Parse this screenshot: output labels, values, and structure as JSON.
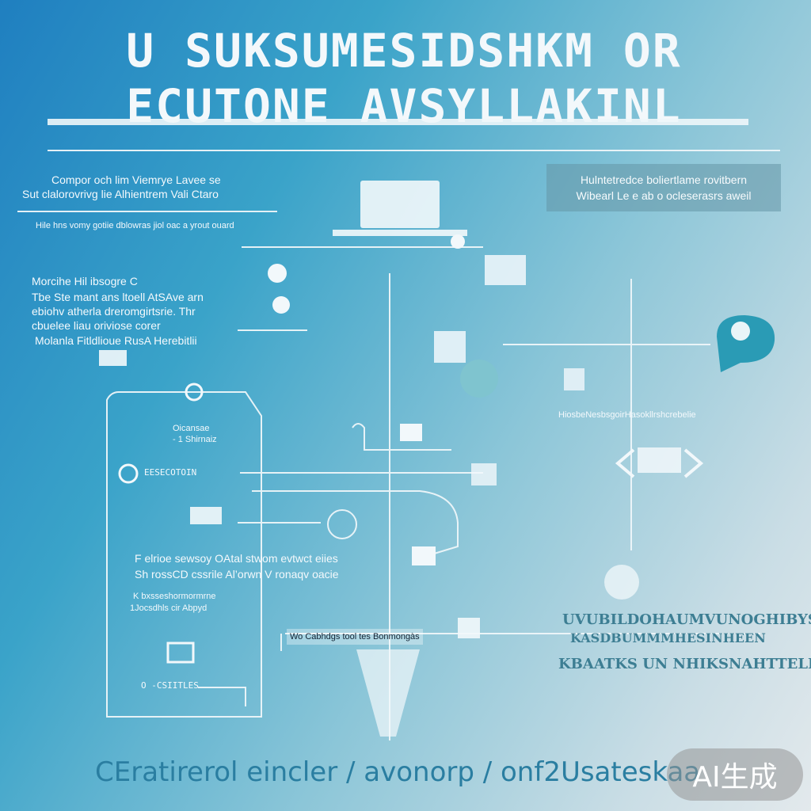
{
  "title": {
    "line1": "U SUKSUMESIDSHKM OR",
    "line2": "ECUTONE AVSYLLAKINL"
  },
  "blocks": {
    "left_top_1": "Compor och lim Viemrye Lavee se",
    "left_top_2": "Sut clalorovrivg lie Alhientrem Vali  Ctaro",
    "left_top_3": "Hile hns vomy gotiie dblowras jiol oac a yrout ouard",
    "right_box_1": "Hulntetredce boliertlame rovitbern",
    "right_box_2": "Wibearl Le e ab o ocleserasrs aweil",
    "left_mid_1": "Morcihe Hil ibsogre C",
    "left_mid_2": "Tbe Ste mant ans ltoell AtSAve arn",
    "left_mid_3": "ebiohv atherla dreromgirtsrie. Thr",
    "left_mid_4": "cbuelee liau oriviose corer",
    "left_mid_5": "Molanla Fitldlioue RusA Herebitlii",
    "inner_1": "Oicansae",
    "inner_2": "- 1 Shirnaiz",
    "inner_3": "EESECOTOIN",
    "inner_4": "F elrioe sewsoy OAtal stwom evtwct eiies",
    "inner_5": "Sh rossCD cssrile Al’orwn V ronaqv oacie",
    "inner_6": "K bxsseshormormrne",
    "inner_7": "1Jocsdhls cir Abpyd",
    "inner_8": "O -CSIITLES",
    "caption_center": "Wo Cabhdgs tool tes Bonmongàs",
    "right_mid_1": "HiosbeNesbsgoirHasokllrshcrebelie",
    "right_bold_1": "UVUBILDOHAUMVUNOGHIBYS",
    "right_bold_2": "KASDBUMMMHESINHEEN",
    "right_bold_3": "KBAATKS UN NHIKSNAHTTELL"
  },
  "footer": "CEratirerol eincler / avonorp / onf2Usateskaa",
  "badge": "AI生成",
  "colors": {
    "accent": "#2a7ea1",
    "line": "#eef6f9"
  }
}
